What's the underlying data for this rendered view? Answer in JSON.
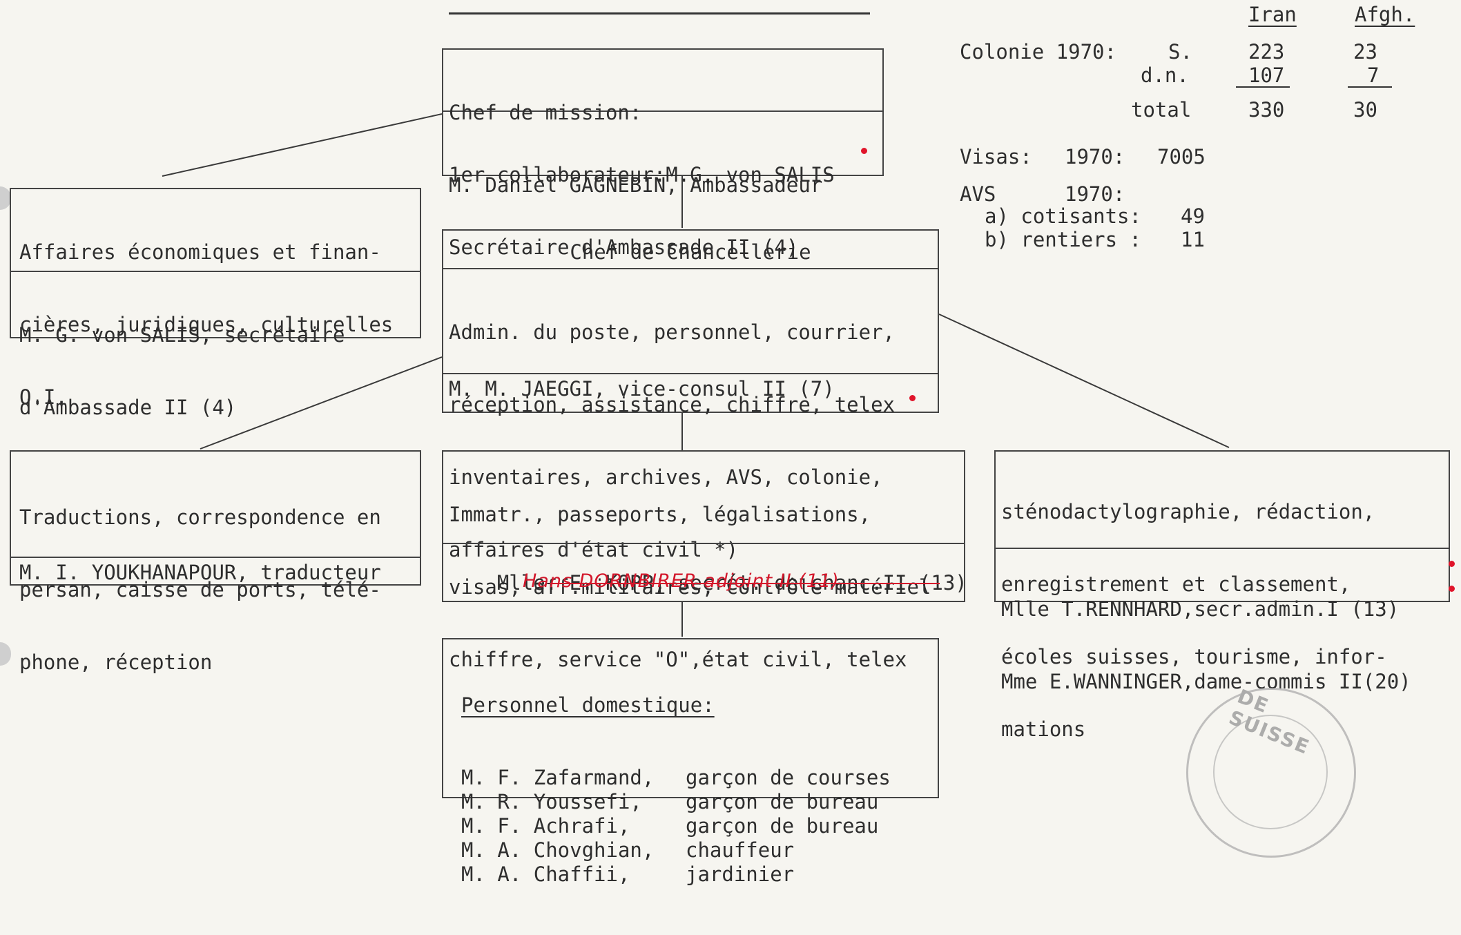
{
  "chief_box": {
    "title_line1": "Chef de mission:",
    "title_line2": "M. Daniel GAGNEBIN, Ambassadeur",
    "collab_line1": "1er collaborateur:M.G. von SALIS",
    "collab_line2": "Secrétaire d'Ambassade II (4)"
  },
  "affaires_box": {
    "line1": "Affaires économiques et finan-",
    "line2": "cières, juridiques, culturelles",
    "line3": "O.I.",
    "person1": "M. G. von SALIS, secrétaire",
    "person2": "d'Ambassade II (4)"
  },
  "chancellerie_box": {
    "title": "Chef de Chancellerie",
    "line1": "Admin. du poste, personnel, courrier,",
    "line2": "réception, assistance, chiffre, telex",
    "line3": "inventaires, archives, AVS, colonie,",
    "line4": "affaires d'état civil *)",
    "person": "M. M. JAEGGI, vice-consul II (7)"
  },
  "traductions_box": {
    "line1": "Traductions, correspondence en",
    "line2": "persan, caisse de ports, télé-",
    "line3": "phone, réception",
    "person": "M. I. YOUKHANAPOUR, traducteur"
  },
  "immatr_box": {
    "line1": "Immatr., passeports, légalisations,",
    "line2": "visas, aff.militaires, contrôle matériel",
    "line3": "chiffre, service \"O\",état civil, telex",
    "person": "Mlle. E. KOPP, secrét. de chanc.II (13)",
    "handwritten": "Hans DORNBIRER adjoint II (11)"
  },
  "steno_box": {
    "line1": "sténodactylographie, rédaction,",
    "line2": "enregistrement et classement,",
    "line3": "écoles suisses, tourisme, infor-",
    "line4": "mations",
    "person1": "Mlle T.RENNHARD,secr.admin.I (13)",
    "person2": "Mme E.WANNINGER,dame-commis II(20)"
  },
  "domestic_box": {
    "title": "Personnel domestique:",
    "rows": [
      {
        "name": "M. F. Zafarmand,",
        "role": "garçon de courses"
      },
      {
        "name": "M. R. Youssefi,",
        "role": "garçon de bureau"
      },
      {
        "name": "M. F. Achrafi,",
        "role": "garçon de bureau"
      },
      {
        "name": "M. A. Chovghian,",
        "role": "chauffeur"
      },
      {
        "name": "M. A. Chaffii,",
        "role": "jardinier"
      }
    ]
  },
  "stats": {
    "col_iran": "Iran",
    "col_afgh": "Afgh.",
    "colonie_label": "Colonie 1970:",
    "s_label": "S.",
    "s_iran": "223",
    "s_afgh": "23",
    "dn_label": "d.n.",
    "dn_iran": "107",
    "dn_afgh": "7",
    "total_label": "total",
    "total_iran": "330",
    "total_afgh": "30",
    "visas_label": "Visas:",
    "visas_year": "1970:",
    "visas_value": "7005",
    "avs_label": "AVS",
    "avs_year": "1970:",
    "avs_a_label": "a) cotisants:",
    "avs_a_value": "49",
    "avs_b_label": "b) rentiers :",
    "avs_b_value": "11"
  },
  "stamp_text": "DE SUISSE",
  "colors": {
    "ink": "#2e2e2e",
    "red_mark": "#e0142a",
    "paper": "#f6f5f0"
  }
}
